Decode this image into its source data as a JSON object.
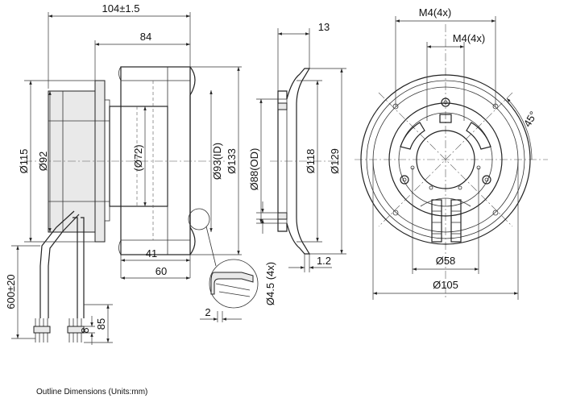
{
  "caption": "Outline Dimensions (Units:mm)",
  "side_view": {
    "overall_length": "104±1.5",
    "housing_length": "84",
    "dia_115": "Ø115",
    "dia_92": "Ø92",
    "dia_72": "(Ø72)",
    "dia_93": "Ø93(ID)",
    "dia_133": "Ø133",
    "len_41": "41",
    "len_60": "60",
    "cable_length": "600±20",
    "strip_8": "8",
    "strip_85": "85",
    "lip_2": "2"
  },
  "ring_view": {
    "depth_13": "13",
    "dia_88": "Ø88(OD)",
    "dia_118": "Ø118",
    "dia_129": "Ø129",
    "hole_45": "Ø4.5 (4x)",
    "thick_12": "1.2"
  },
  "front_view": {
    "thread_outer": "M4(4x)",
    "thread_inner": "M4(4x)",
    "angle": "45°",
    "dia_58": "Ø58",
    "dia_105": "Ø105"
  }
}
